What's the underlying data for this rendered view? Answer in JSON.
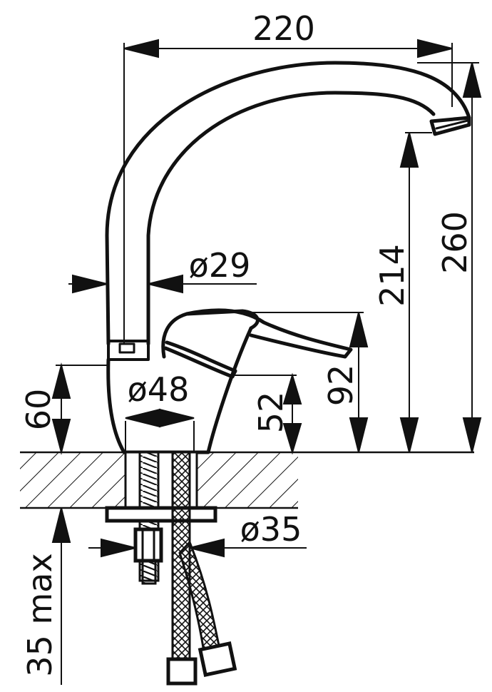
{
  "drawing": {
    "line_color": "#111111",
    "background": "#ffffff",
    "dimensions": {
      "width_top": "220",
      "height_total": "260",
      "height_spout": "214",
      "spout_diameter": "ø29",
      "base_diameter": "ø48",
      "lever_height": "92",
      "body_height": "52",
      "base_height": "60",
      "fixing_diameter": "ø35",
      "countertop_thickness": "35 max"
    }
  }
}
